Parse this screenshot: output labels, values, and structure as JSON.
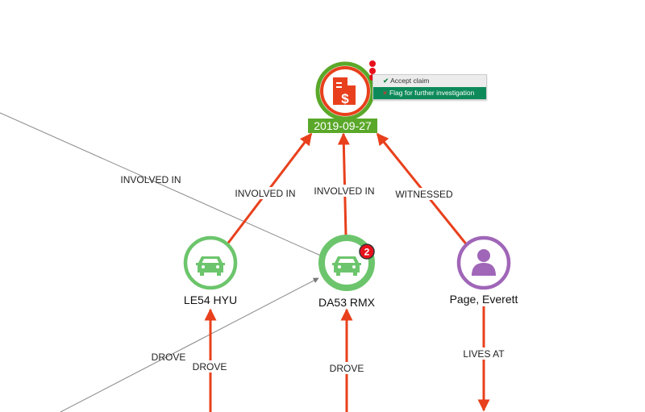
{
  "colors": {
    "edge": "#e8401c",
    "gray_edge": "#888888",
    "vehicle": "#6cc56c",
    "person": "#a066b8",
    "claim_ring": "#5aa829",
    "claim_inner": "#e8401c",
    "badge": "#e8101c"
  },
  "claim": {
    "icon": "document-dollar-icon",
    "date": "2019-09-27"
  },
  "menu": {
    "items": [
      {
        "icon": "check-icon",
        "label": "Accept claim"
      },
      {
        "icon": "x-icon",
        "label": "Flag for further investigation"
      }
    ]
  },
  "nodes": {
    "vehicle1": {
      "icon": "car-icon",
      "label": "LE54 HYU"
    },
    "vehicle2": {
      "icon": "car-icon",
      "label": "DA53 RMX",
      "badge": "2"
    },
    "person": {
      "icon": "person-icon",
      "label": "Page, Everett"
    }
  },
  "edges": {
    "e1": "INVOLVED IN",
    "e2": "INVOLVED IN",
    "e3": "WITNESSED",
    "e4": "INVOLVED IN",
    "e5": "DROVE",
    "e6": "DROVE",
    "e7": "DROVE",
    "e8": "LIVES AT"
  }
}
